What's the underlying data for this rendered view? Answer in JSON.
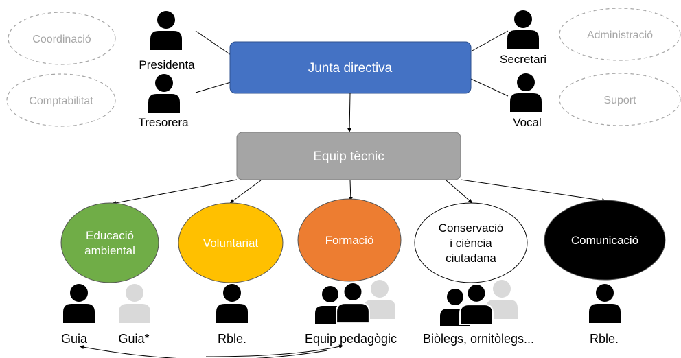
{
  "top": {
    "board": "Junta directiva",
    "tech_team": "Equip tècnic"
  },
  "roles": {
    "president": "Presidenta",
    "treasurer": "Tresorera",
    "secretary": "Secretari",
    "member": "Vocal"
  },
  "functions": {
    "coordination": "Coordinació",
    "accounting": "Comptabilitat",
    "administration": "Administració",
    "support": "Suport"
  },
  "areas": [
    {
      "lines": [
        "Educació",
        "ambiental"
      ],
      "fill": "#70AD47",
      "text_color": "#ffffff"
    },
    {
      "lines": [
        "Voluntariat"
      ],
      "fill": "#FFC000",
      "text_color": "#ffffff"
    },
    {
      "lines": [
        "Formació"
      ],
      "fill": "#ED7D31",
      "text_color": "#ffffff"
    },
    {
      "lines": [
        "Conservació",
        "i ciència",
        "ciutadana"
      ],
      "fill": "#ffffff",
      "text_color": "#000000"
    },
    {
      "lines": [
        "Comunicació"
      ],
      "fill": "#000000",
      "text_color": "#ffffff"
    }
  ],
  "people_labels": {
    "guide": "Guia",
    "guide_alt": "Guia*",
    "responsible_1": "Rble.",
    "pedagogic_team": "Equip pedagògic",
    "biologists": "Biòlegs, ornitòlegs...",
    "responsible_2": "Rble."
  },
  "colors": {
    "board_fill": "#4472C4",
    "tech_fill": "#A5A5A5",
    "dashed": "#A6A6A6",
    "person_dark": "#000000",
    "person_light": "#D9D9D9"
  }
}
